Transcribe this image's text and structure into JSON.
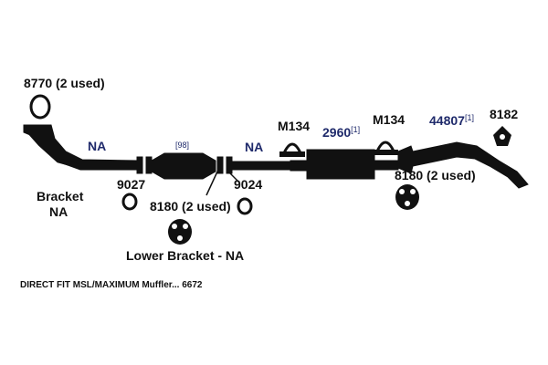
{
  "parts": {
    "p8770": "8770 (2 used)",
    "na_pipe": "NA",
    "bracket": "Bracket",
    "bracket_na": "NA",
    "p9027": "9027",
    "p98": "[98]",
    "p8180_lower": "8180 (2 used)",
    "p9024": "9024",
    "na_mid": "NA",
    "lower_bracket": "Lower Bracket - NA",
    "m134_a": "M134",
    "p2960": "2960",
    "p2960_ref": "[1]",
    "m134_b": "M134",
    "p44807": "44807",
    "p44807_ref": "[1]",
    "p8182": "8182",
    "p8180_right": "8180 (2 used)"
  },
  "footer": "DIRECT FIT MSL/MAXIMUM Muffler... 6672"
}
